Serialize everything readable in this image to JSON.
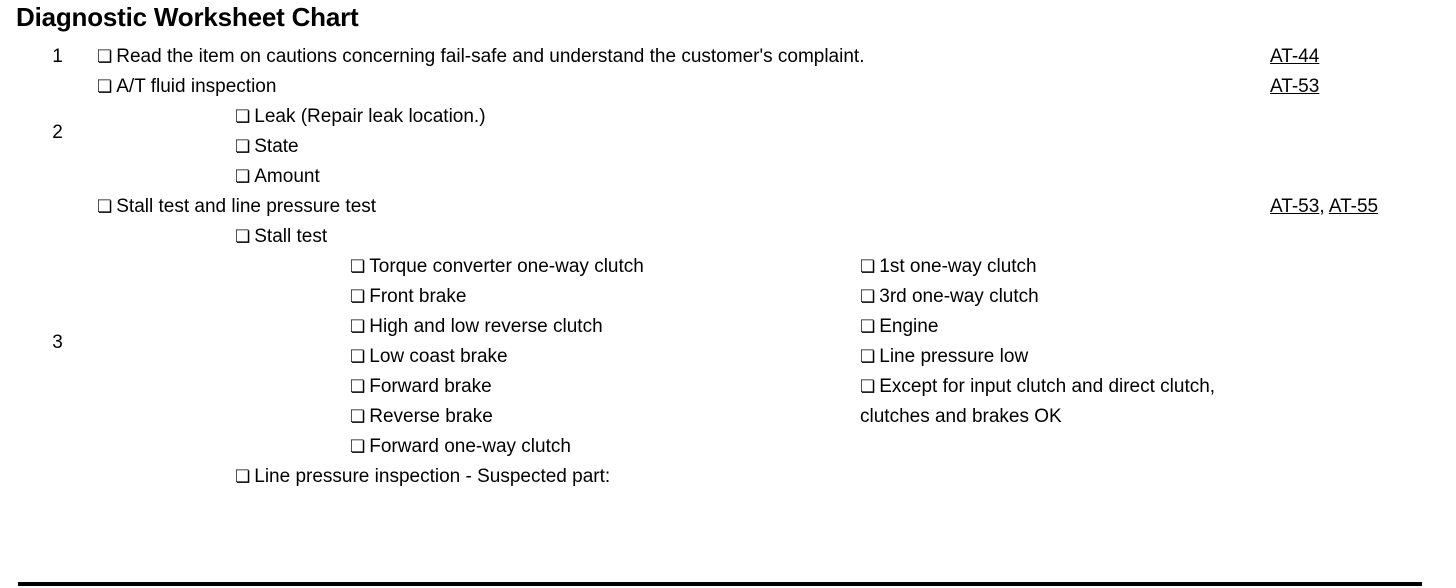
{
  "title": "Diagnostic Worksheet Chart",
  "checkbox_glyph": "❏",
  "rows": [
    {
      "number": "1",
      "item": "Read the item on cautions concerning fail-safe and understand the customer's complaint.",
      "reference_text": "AT-44",
      "reference_links": [
        "AT-44"
      ]
    },
    {
      "number": "2",
      "item": "A/T fluid inspection",
      "reference_text": "AT-53",
      "reference_links": [
        "AT-53"
      ],
      "subitems": [
        "Leak (Repair leak location.)",
        "State",
        "Amount"
      ]
    },
    {
      "number": "3",
      "item": "Stall test and line pressure test",
      "reference_text": "AT-53, AT-55",
      "reference_links": [
        "AT-53",
        "AT-55"
      ],
      "reference_separator": ", ",
      "subitems": [
        "Stall test",
        "Line pressure inspection - Suspected part:"
      ],
      "stall_test_columns": {
        "left": [
          "Torque converter one-way clutch",
          "Front brake",
          "High and low reverse clutch",
          "Low coast brake",
          "Forward brake",
          "Reverse brake",
          "Forward one-way clutch"
        ],
        "right": [
          "1st one-way clutch",
          "3rd one-way clutch",
          "Engine",
          "Line pressure low",
          "Except for input clutch and direct clutch, clutches and brakes OK"
        ]
      }
    }
  ]
}
